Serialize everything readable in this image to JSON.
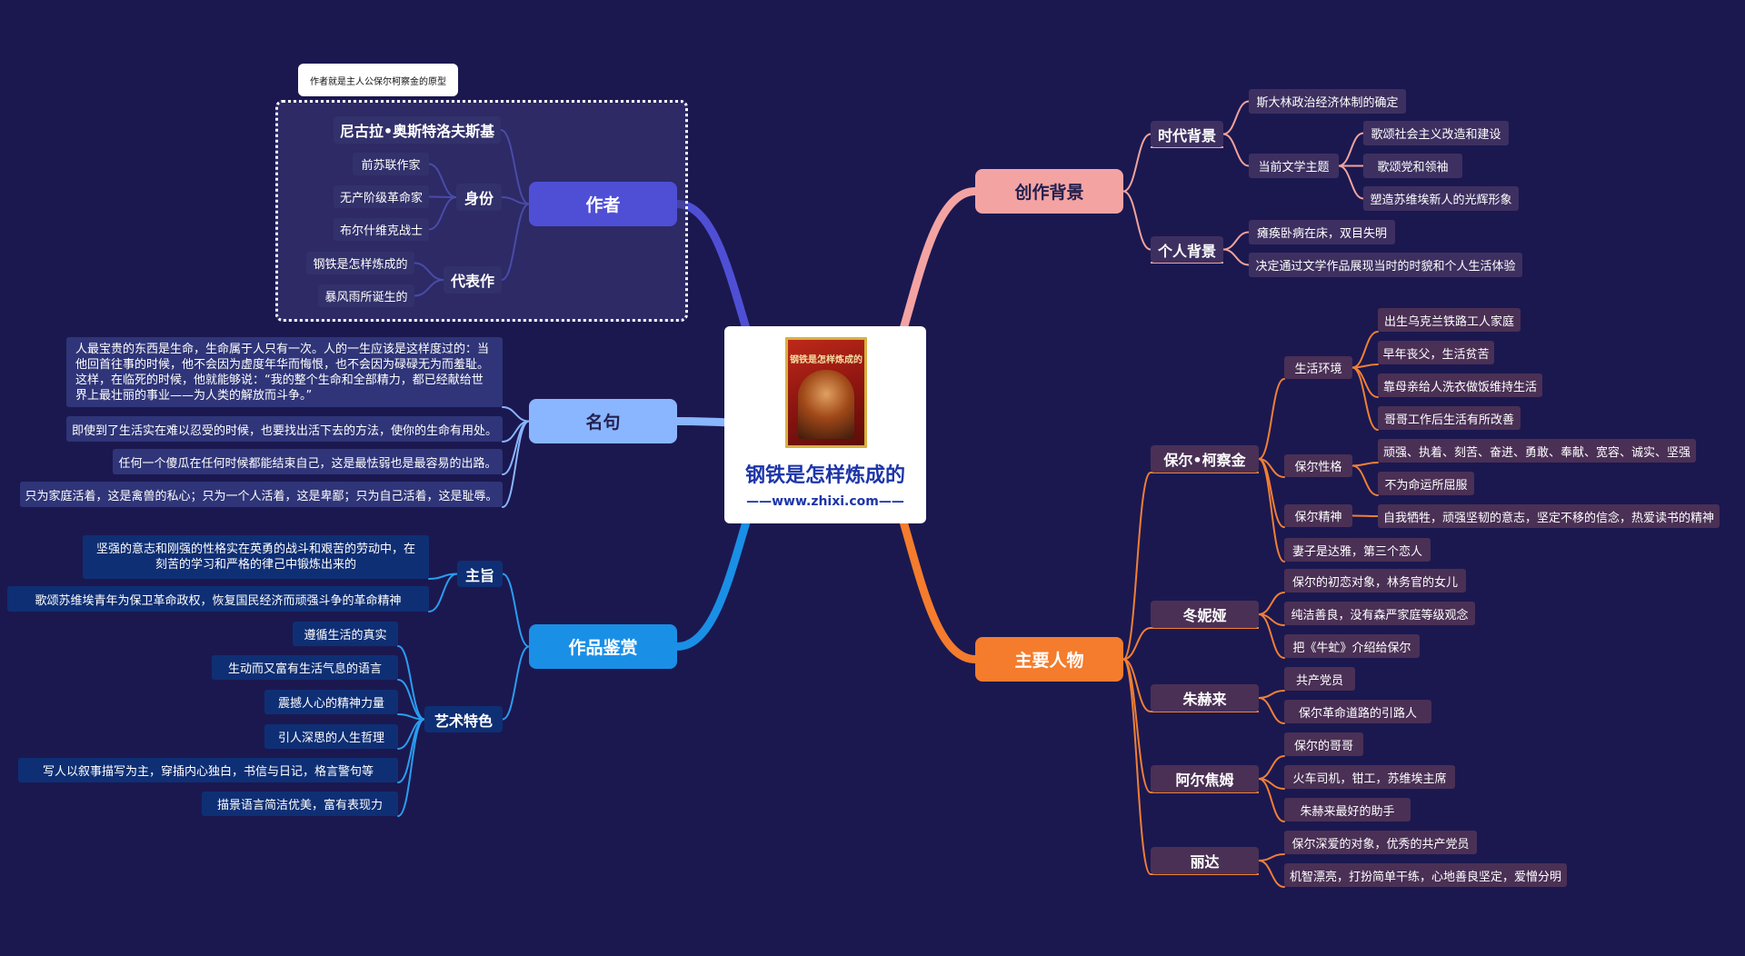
{
  "center": {
    "title": "钢铁是怎样炼成的",
    "url": "——www.zhixi.com——",
    "cover_text": "钢铁是怎样炼成的"
  },
  "author": {
    "label": "作者",
    "callout": "作者就是主人公保尔柯察金的原型",
    "name": "尼古拉•奥斯特洛夫斯基",
    "identity_label": "身份",
    "identities": [
      "前苏联作家",
      "无产阶级革命家",
      "布尔什维克战士"
    ],
    "works_label": "代表作",
    "works": [
      "钢铁是怎样炼成的",
      "暴风雨所诞生的"
    ]
  },
  "quotes": {
    "label": "名句",
    "items": [
      "人最宝贵的东西是生命，生命属于人只有一次。人的一生应该是这样度过的：当他回首往事的时候，他不会因为虚度年华而悔恨，也不会因为碌碌无为而羞耻。这样，在临死的时候，他就能够说：“我的整个生命和全部精力，都已经献给世界上最壮丽的事业——为人类的解放而斗争。”",
      "即使到了生活实在难以忍受的时候，也要找出活下去的方法，使你的生命有用处。",
      "任何一个傻瓜在任何时候都能结束自己，这是最怯弱也是最容易的出路。",
      "只为家庭活着，这是禽兽的私心；只为一个人活着，这是卑鄙；只为自己活着，这是耻辱。"
    ]
  },
  "appreciation": {
    "label": "作品鉴赏",
    "theme_label": "主旨",
    "themes": [
      "坚强的意志和刚强的性格实在英勇的战斗和艰苦的劳动中，在刻苦的学习和严格的律己中锻炼出来的",
      "歌颂苏维埃青年为保卫革命政权，恢复国民经济而顽强斗争的革命精神"
    ],
    "art_label": "艺术特色",
    "arts": [
      "遵循生活的真实",
      "生动而又富有生活气息的语言",
      "震撼人心的精神力量",
      "引人深思的人生哲理",
      "写人以叙事描写为主，穿插内心独白，书信与日记，格言警句等",
      "描景语言简洁优美，富有表现力"
    ]
  },
  "background": {
    "label": "创作背景",
    "era_label": "时代背景",
    "era_items": [
      "斯大林政治经济体制的确定"
    ],
    "literature_label": "当前文学主题",
    "literature_items": [
      "歌颂社会主义改造和建设",
      "歌颂党和领袖",
      "塑造苏维埃新人的光辉形象"
    ],
    "personal_label": "个人背景",
    "personal_items": [
      "瘫痪卧病在床，双目失明",
      "决定通过文学作品展现当时的时貌和个人生活体验"
    ]
  },
  "characters": {
    "label": "主要人物",
    "paul": {
      "label": "保尔•柯察金",
      "env_label": "生活环境",
      "env": [
        "出生乌克兰铁路工人家庭",
        "早年丧父，生活贫苦",
        "靠母亲给人洗衣做饭维持生活",
        "哥哥工作后生活有所改善"
      ],
      "char_label": "保尔性格",
      "char": [
        "顽强、执着、刻苦、奋进、勇敢、奉献、宽容、诚实、坚强",
        "不为命运所屈服"
      ],
      "spirit_label": "保尔精神",
      "spirit": [
        "自我牺牲，顽强坚韧的意志，坚定不移的信念，热爱读书的精神"
      ],
      "wife": "妻子是达雅，第三个恋人"
    },
    "tonya": {
      "label": "冬妮娅",
      "items": [
        "保尔的初恋对象，林务官的女儿",
        "纯洁善良，没有森严家庭等级观念",
        "把《牛虻》介绍给保尔"
      ]
    },
    "zhuhelai": {
      "label": "朱赫来",
      "items": [
        "共产党员",
        "保尔革命道路的引路人"
      ]
    },
    "artyom": {
      "label": "阿尔焦姆",
      "items": [
        "保尔的哥哥",
        "火车司机，钳工，苏维埃主席",
        "朱赫来最好的助手"
      ]
    },
    "rita": {
      "label": "丽达",
      "items": [
        "保尔深爱的对象，优秀的共产党员",
        "机智漂亮，打扮简单干练，心地善良坚定，爱憎分明"
      ]
    }
  },
  "colors": {
    "background": "#1b1850",
    "author": "#4f4fd6",
    "quotes": "#8ab6ff",
    "appreciation": "#1a8fe6",
    "creation": "#f4a3a3",
    "characters": "#f47c2c",
    "author_leaf": "#33316b",
    "quote_leaf": "#2f3578",
    "appr_leaf": "#0f2f74",
    "char_leaf": "#4a3055",
    "creation_leaf": "#3d3060"
  }
}
